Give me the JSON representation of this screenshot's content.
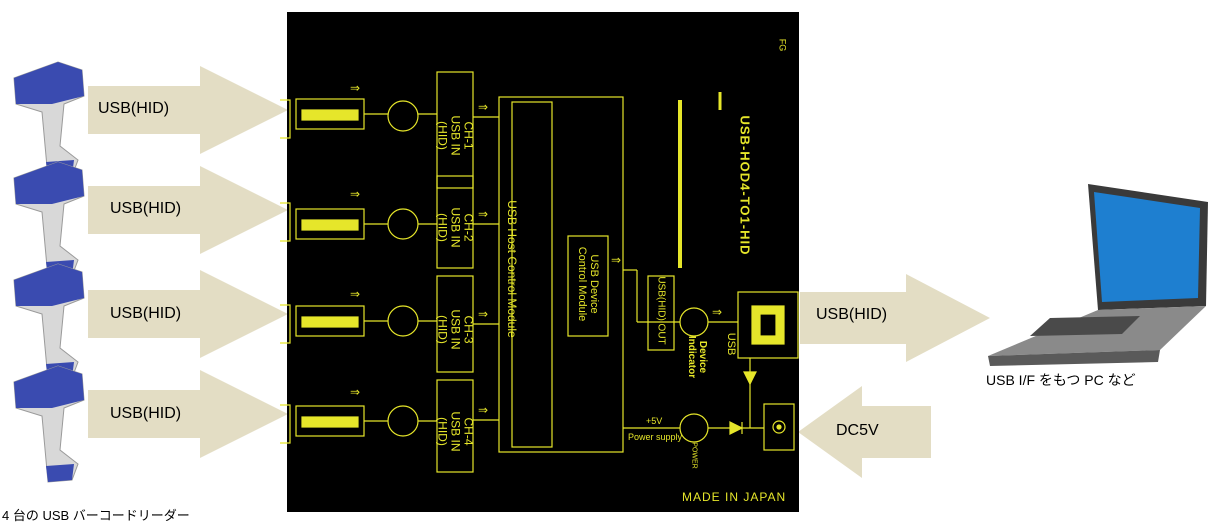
{
  "colors": {
    "board": "#000000",
    "trace": "#e6e62a",
    "arrow_fill": "#e3ddc4",
    "scanner_blue": "#3a4bb0",
    "scanner_grey": "#d8d8d8"
  },
  "left_arrows": [
    {
      "label": "USB(HID)"
    },
    {
      "label": "USB(HID)"
    },
    {
      "label": "USB(HID)"
    },
    {
      "label": "USB(HID)"
    }
  ],
  "scanners_caption": "4 台の USB バーコードリーダー",
  "board": {
    "fg_label": "FG",
    "made_in": "MADE IN JAPAN",
    "channels": [
      {
        "ch": "CH-1",
        "port": "USB IN (HID)"
      },
      {
        "ch": "CH-2",
        "port": "USB IN (HID)"
      },
      {
        "ch": "CH-3",
        "port": "USB IN (HID)"
      },
      {
        "ch": "CH-4",
        "port": "USB IN (HID)"
      }
    ],
    "host_module": "USB Host Control Module",
    "device_module": [
      "USB Device",
      "Control Module"
    ],
    "usb_out": "USB(HID) OUT",
    "device_indicator": [
      "Device",
      "Indicator"
    ],
    "usb_port_label": "USB",
    "power_5v": "+5V",
    "power_supply": "Power supply",
    "power_label": "POWER",
    "product_title": "USB-HOD4-TO1-HID"
  },
  "right_arrow": {
    "label": "USB(HID)"
  },
  "dc_arrow": {
    "label": "DC5V"
  },
  "pc_caption": "USB I/F をもつ PC など"
}
